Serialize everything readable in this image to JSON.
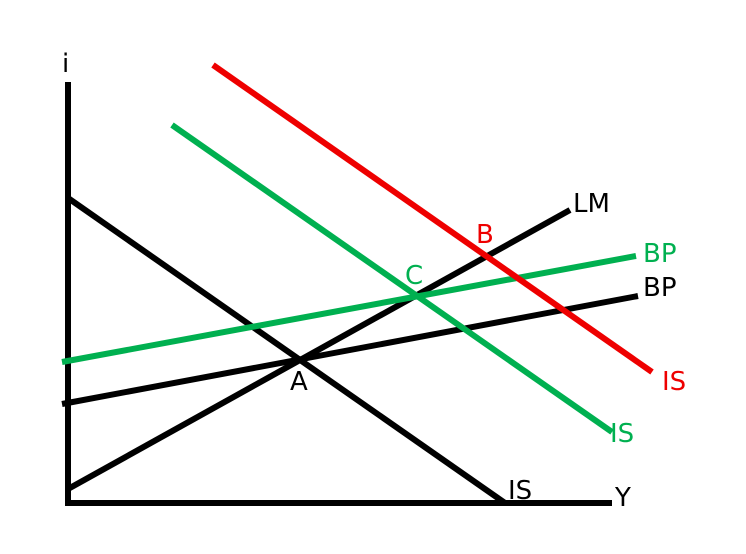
{
  "axes": {
    "y_label": "i",
    "x_label": "Y"
  },
  "colors": {
    "original": "#000000",
    "shifted": "#00b050",
    "final": "#ee0000"
  },
  "curves": {
    "lm": {
      "label": "LM"
    },
    "is_original": {
      "label": "IS"
    },
    "bp_original": {
      "label": "BP"
    },
    "is_shifted": {
      "label": "IS"
    },
    "bp_shifted": {
      "label": "BP"
    },
    "is_final": {
      "label": "IS"
    }
  },
  "points": {
    "a": {
      "label": "A"
    },
    "b": {
      "label": "B"
    },
    "c": {
      "label": "C"
    }
  }
}
